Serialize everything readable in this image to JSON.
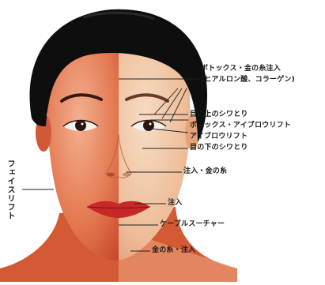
{
  "labels": {
    "botox_gold_injection": "ボトックス・金の糸注入",
    "hyaluronic_collagen": "(ヒアルロン酸、コラーゲン)",
    "upper_eyelid_wrinkles": "目の上のシワとり",
    "botox_eyebrow_lift": "ボトックス・アイブロウリフト",
    "eyebrow_lift": "アイブロウリフト",
    "under_eye_wrinkles": "目の下のシワとり",
    "injection_gold_thread": "注入・金の糸",
    "injection": "注入",
    "cable_suture": "ケーブルスーチャー",
    "gold_thread_injection": "金の糸・注入",
    "face_lift": "フェイスリフト"
  },
  "colors": {
    "skin_left": "#e0734e",
    "skin_right": "#f0c8a8",
    "hair": "#101010",
    "lips": "#c82828",
    "line": "#222222"
  }
}
